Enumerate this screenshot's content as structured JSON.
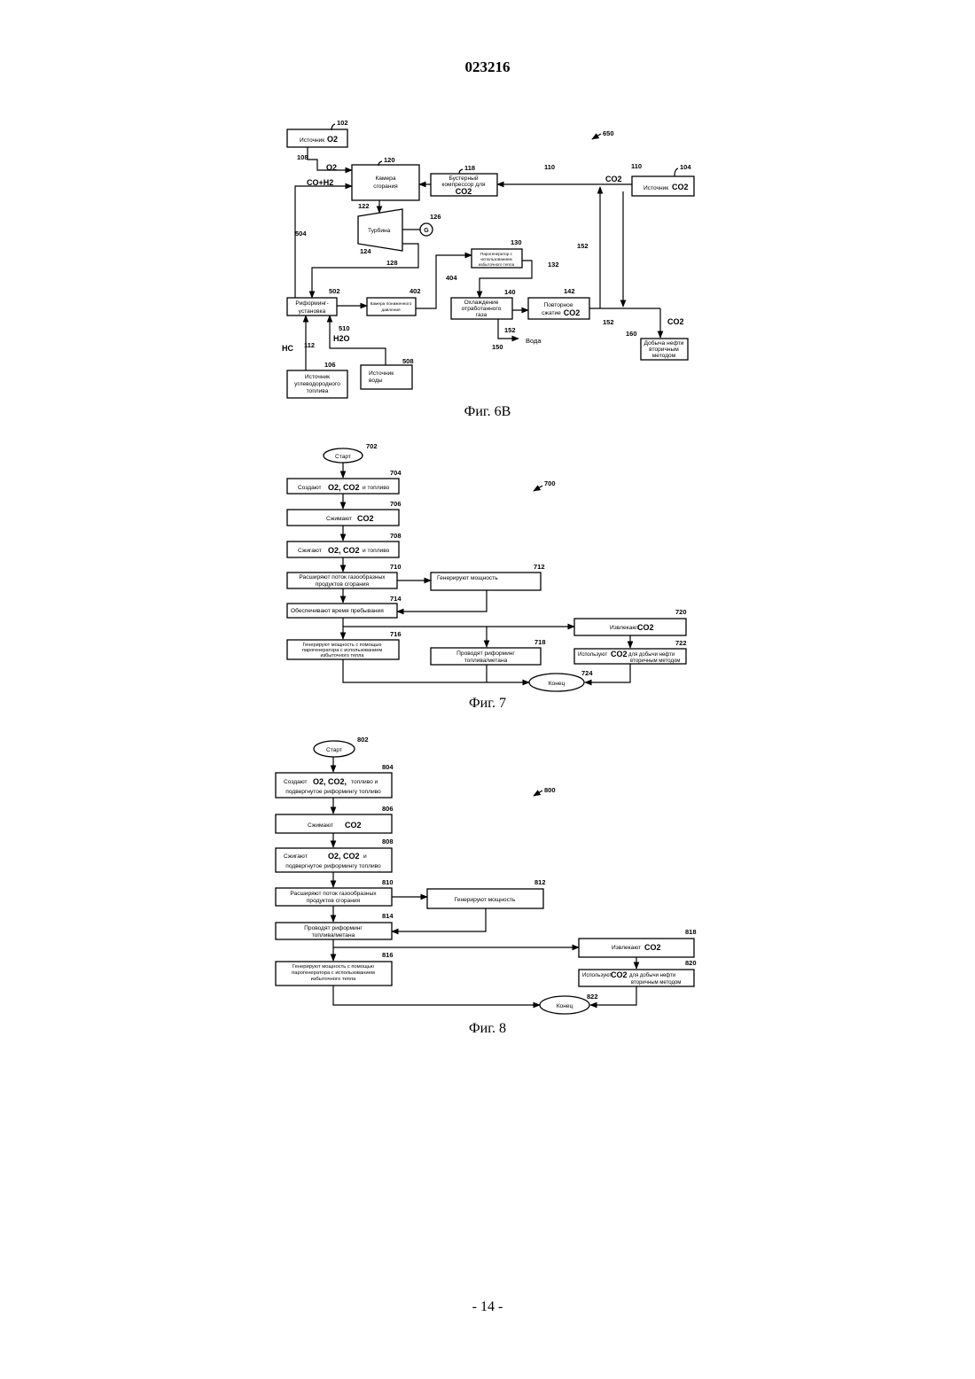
{
  "page": {
    "doc_number": "023216",
    "page_label": "- 14 -"
  },
  "fig6b": {
    "caption": "Фиг. 6В",
    "ref_system": "650",
    "o2_source": {
      "ref": "102",
      "label": "Источник",
      "chem": "O2"
    },
    "co2_source": {
      "ref": "104",
      "label": "Источник",
      "chem": "CO2"
    },
    "hc_source": {
      "ref": "106",
      "line1": "Источник",
      "line2": "углеводородного",
      "line3": "топлива"
    },
    "water_source": {
      "ref": "508",
      "line1": "Источник",
      "line2": "воды"
    },
    "combustor": {
      "ref": "120",
      "line1": "Камера",
      "line2": "сгорания"
    },
    "booster": {
      "ref": "118",
      "line1": "Бустерный",
      "line2": "компрессор для",
      "chem": "CO2"
    },
    "turbine": {
      "ref": "124",
      "label": "Турбина"
    },
    "generator": {
      "ref": "126",
      "label": "G"
    },
    "hrsg": {
      "ref": "130",
      "line1": "Парогенератор с",
      "line2": "использованием",
      "line3": "избыточного тепла"
    },
    "reformer": {
      "ref": "502",
      "line1": "Риформинг-",
      "line2": "установка"
    },
    "low_pressure": {
      "ref": "402",
      "line1": "Камера пониженного",
      "line2": "давления"
    },
    "cooling": {
      "ref": "140",
      "line1": "Охлаждение",
      "line2": "отработанного",
      "line3": "газа"
    },
    "recompression": {
      "ref": "142",
      "line1": "Повторное",
      "line2": "сжатие",
      "chem": "CO2"
    },
    "eor": {
      "ref": "160",
      "line1": "Добыча нефти",
      "line2": "вторичным",
      "line3": "методом"
    },
    "labels": {
      "l108": "108",
      "l110a": "110",
      "l110b": "110",
      "l122": "122",
      "l128": "128",
      "l132": "132",
      "l404": "404",
      "l504": "504",
      "l510": "510",
      "l112": "112",
      "l150": "150",
      "l152a": "152",
      "l152b": "152",
      "l152c": "152",
      "o2": "O2",
      "co_h2": "CO+H2",
      "co2_in": "CO2",
      "co2_out": "CO2",
      "hc": "HC",
      "h2o": "H2O",
      "water": "Вода"
    }
  },
  "fig7": {
    "caption": "Фиг. 7",
    "ref_system": "700",
    "start": {
      "ref": "702",
      "label": "Старт"
    },
    "s704": {
      "ref": "704",
      "pre": "Создают",
      "chem": "O2, CO2",
      "post": "и топливо"
    },
    "s706": {
      "ref": "706",
      "pre": "Сжимают",
      "chem": "CO2"
    },
    "s708": {
      "ref": "708",
      "pre": "Сжигают",
      "chem": "O2, CO2",
      "post": "и топливо"
    },
    "s710": {
      "ref": "710",
      "line1": "Расширяют поток газообразных",
      "line2": "продуктов сгорания"
    },
    "s712": {
      "ref": "712",
      "label": "Генерируют мощность"
    },
    "s714": {
      "ref": "714",
      "label": "Обеспечивают время пребывания"
    },
    "s716": {
      "ref": "716",
      "line1": "Генерируют мощность с помощью",
      "line2": "парогенератора с использованием",
      "line3": "избыточного тепла"
    },
    "s718": {
      "ref": "718",
      "line1": "Проводят риформинг",
      "line2": "топлива/метана"
    },
    "s720": {
      "ref": "720",
      "pre": "Извлекают",
      "chem": "CO2"
    },
    "s722": {
      "ref": "722",
      "pre": "Используют",
      "chem": "CO2",
      "post1": "для добычи нефти",
      "post2": "вторичным методом"
    },
    "end": {
      "ref": "724",
      "label": "Конец"
    }
  },
  "fig8": {
    "caption": "Фиг. 8",
    "ref_system": "800",
    "start": {
      "ref": "802",
      "label": "Старт"
    },
    "s804": {
      "ref": "804",
      "pre": "Создают",
      "chem": "O2, CO2,",
      "post": "топливо и",
      "line2": "подвергнутое риформингу топливо"
    },
    "s806": {
      "ref": "806",
      "pre": "Сжимают",
      "chem": "CO2"
    },
    "s808": {
      "ref": "808",
      "pre": "Сжигают",
      "chem": "O2, CO2",
      "post": "и",
      "line2": "подвергнутое риформингу топливо"
    },
    "s810": {
      "ref": "810",
      "line1": "Расширяют поток газообразных",
      "line2": "продуктов сгорания"
    },
    "s812": {
      "ref": "812",
      "label": "Генерируют мощность"
    },
    "s814": {
      "ref": "814",
      "line1": "Проводят риформинг",
      "line2": "топлива/метана"
    },
    "s816": {
      "ref": "816",
      "line1": "Генерируют мощность с помощью",
      "line2": "парогенератора с использованием",
      "line3": "избыточного тепла"
    },
    "s818": {
      "ref": "818",
      "pre": "Извлекают",
      "chem": "CO2"
    },
    "s820": {
      "ref": "820",
      "pre": "Используют",
      "chem": "CO2",
      "post1": "для добычи нефти",
      "post2": "вторичным методом"
    },
    "end": {
      "ref": "822",
      "label": "Конец"
    }
  }
}
